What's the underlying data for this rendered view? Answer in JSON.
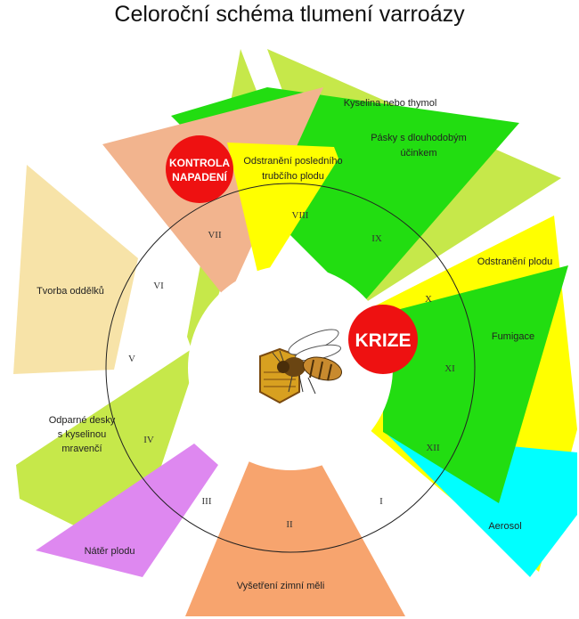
{
  "title": "Celoroční schéma tlumení varroázy",
  "months": [
    "I",
    "II",
    "III",
    "IV",
    "V",
    "VI",
    "VII",
    "VIII",
    "IX",
    "X",
    "XI",
    "XII"
  ],
  "badges": {
    "kontrola": [
      "KONTROLA",
      "NAPADENÍ"
    ],
    "krize": "KRIZE"
  },
  "labels": {
    "kyselina": "Kyselina nebo thymol",
    "pasky": [
      "Pásky s dlouhodobým",
      "účinkem"
    ],
    "odstraneni_trubciho": [
      "Odstranění posledního",
      "trubčího plodu"
    ],
    "odstraneni_plodu": "Odstranění plodu",
    "fumigace": "Fumigace",
    "aerosol": "Aerosol",
    "vysetreni": "Vyšetření zimní měli",
    "nater": "Nátěr plodu",
    "odparne": [
      "Odparné desky",
      "s kyselinou",
      "mravenčí"
    ],
    "tvorba": "Tvorba oddělků"
  },
  "colors": {
    "lime": "#c6e84a",
    "green": "#22dd11",
    "yellow": "#ffff00",
    "salmon": "#f2b48e",
    "orange": "#f7a46e",
    "purple": "#de88f0",
    "cyan": "#00ffff",
    "beige": "#f7e3a8",
    "red": "#ee1111"
  }
}
